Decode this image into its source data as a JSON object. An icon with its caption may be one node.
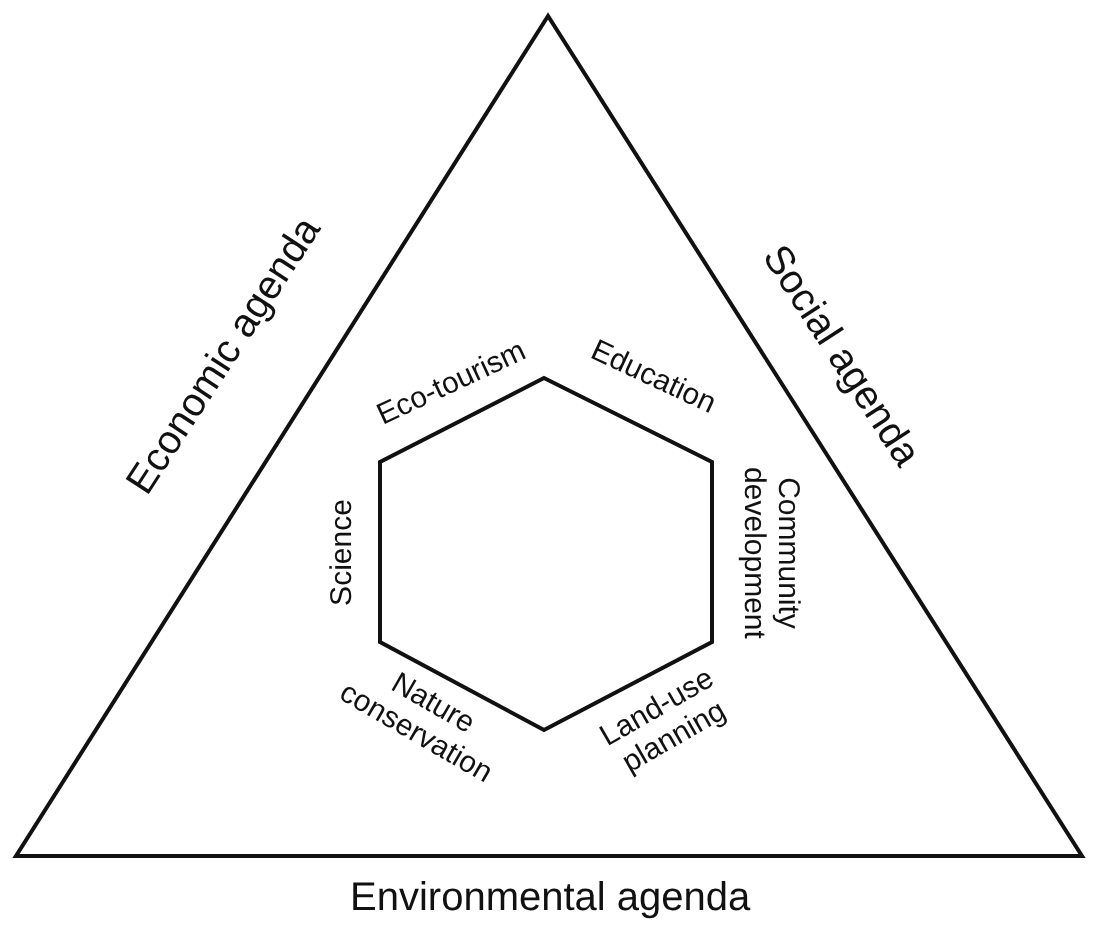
{
  "diagram": {
    "nodes": [
      {
        "text": [
          "Economic agenda",
          "Social agenda",
          "Environmental agenda"
        ]
      },
      {
        "text": [
          "Eco-tourism",
          "Education",
          "Community development",
          "Land-use planning",
          "Nature conservation",
          "Science"
        ],
        "in": 0
      }
    ]
  }
}
